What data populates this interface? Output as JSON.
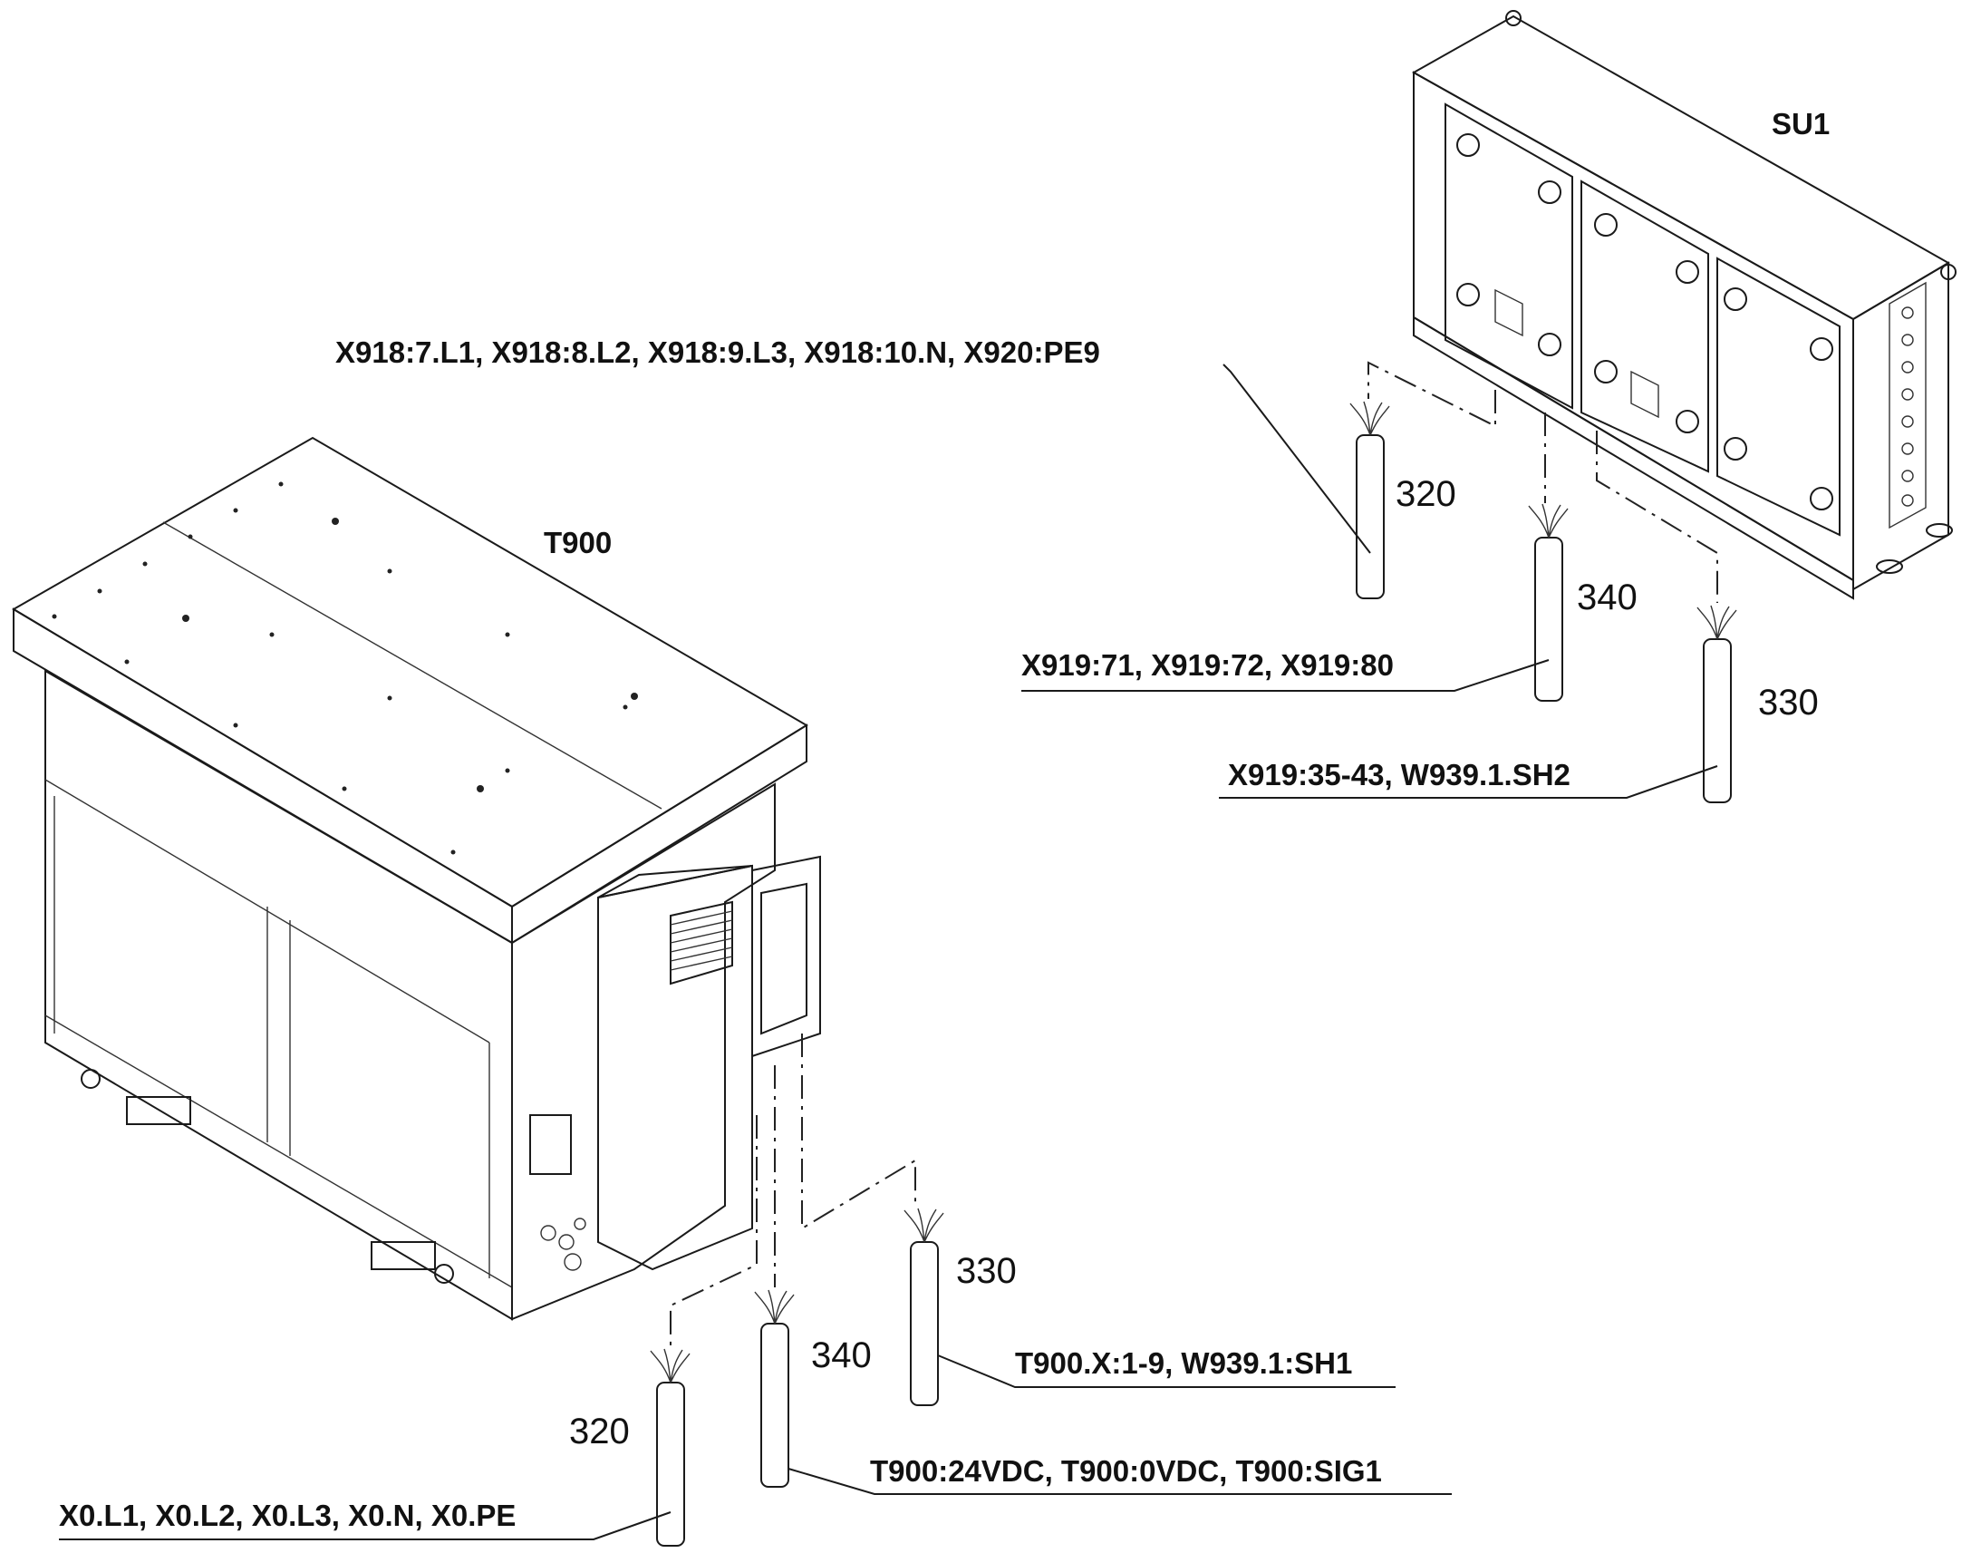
{
  "units": {
    "t900": "T900",
    "su1": "SU1"
  },
  "cables": {
    "su1_320_num": "320",
    "su1_340_num": "340",
    "su1_330_num": "330",
    "t900_320_num": "320",
    "t900_340_num": "340",
    "t900_330_num": "330"
  },
  "labels": {
    "su1_320": "X918:7.L1, X918:8.L2, X918:9.L3, X918:10.N, X920:PE9",
    "su1_340": "X919:71, X919:72, X919:80",
    "su1_330": "X919:35-43, W939.1.SH2",
    "t900_330": "T900.X:1-9, W939.1:SH1",
    "t900_340": "T900:24VDC, T900:0VDC, T900:SIG1",
    "t900_320": "X0.L1, X0.L2, X0.L3, X0.N, X0.PE"
  }
}
